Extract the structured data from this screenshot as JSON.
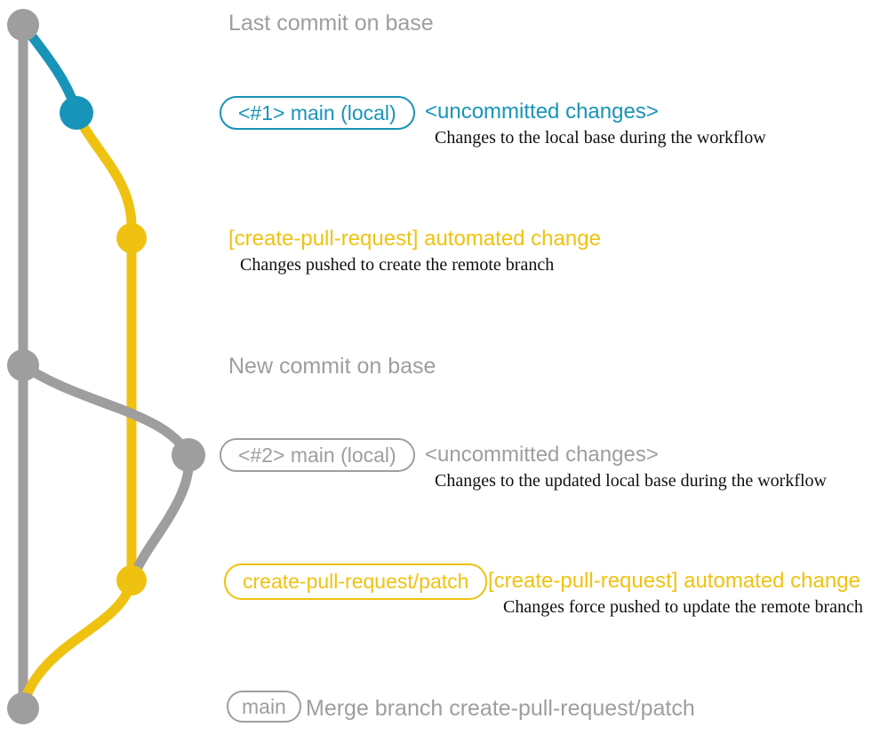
{
  "colors": {
    "gray": "#9e9e9e",
    "blue": "#1794b8",
    "yellow": "#efc211",
    "ink": "#101010",
    "background": "#ffffff"
  },
  "labels": {
    "last_commit_on_base": "Last commit on base",
    "new_commit_on_base": "New commit on base"
  },
  "rows": {
    "local_main_1": {
      "badge": "<#1> main (local)",
      "heading": "<uncommitted changes>",
      "description": "Changes to the local base during the workflow"
    },
    "automated_change_1": {
      "heading": "[create-pull-request] automated change",
      "description": "Changes pushed to create the remote branch"
    },
    "local_main_2": {
      "badge": "<#2> main (local)",
      "heading": "<uncommitted changes>",
      "description": "Changes to the updated local base during the workflow"
    },
    "automated_change_2": {
      "badge": "create-pull-request/patch",
      "heading": "[create-pull-request] automated change",
      "description": "Changes force pushed to update the remote branch"
    },
    "merge": {
      "badge": "main",
      "message": "Merge branch create-pull-request/patch"
    }
  }
}
